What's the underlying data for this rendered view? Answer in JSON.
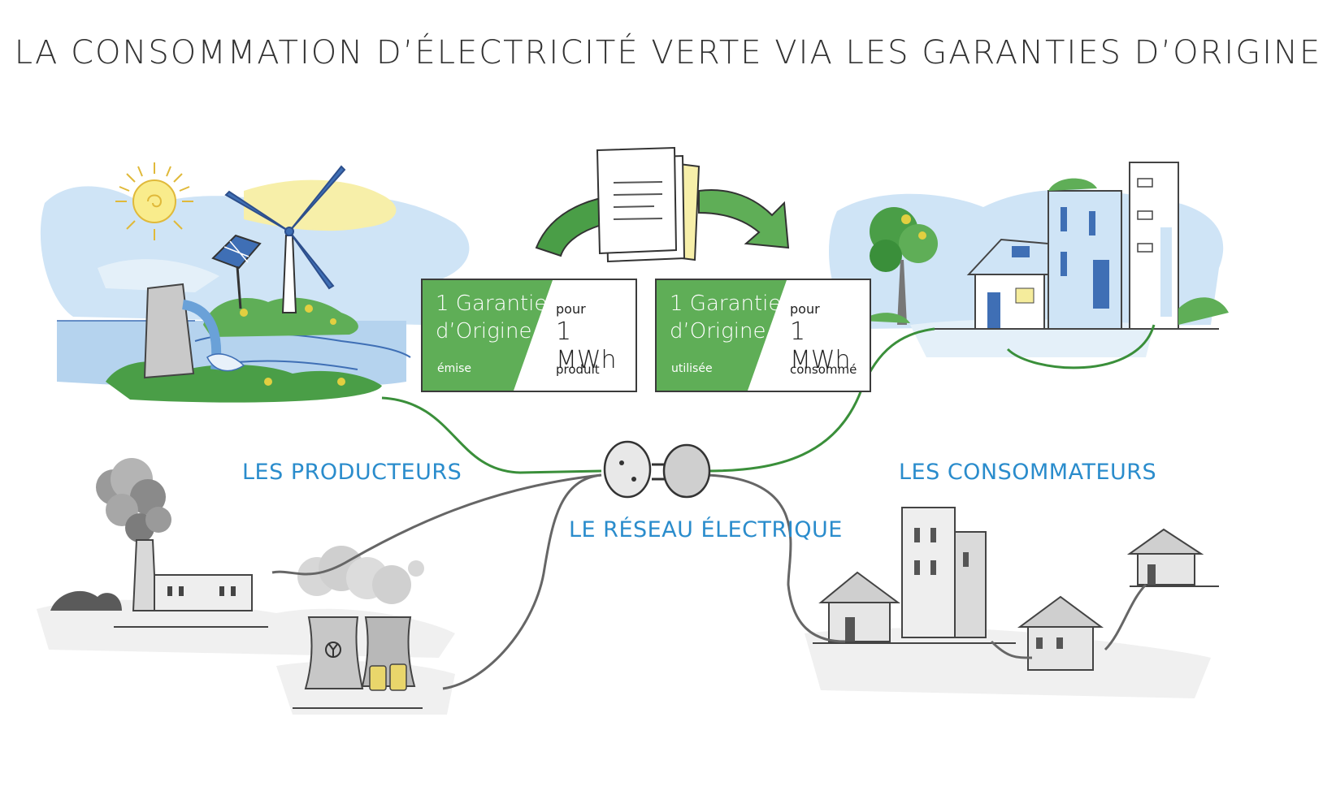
{
  "title": "LA CONSOMMATION D’ÉLECTRICITÉ VERTE VIA LES GARANTIES D’ORIGINE",
  "labels": {
    "producers": "LES PRODUCTEURS",
    "grid": "LE RÉSEAU ÉLECTRIQUE",
    "consumers": "LES CONSOMMATEURS"
  },
  "cards": [
    {
      "line1": "1 Garantie",
      "line2": "d’Origine",
      "status": "émise",
      "pour": "pour",
      "amount": "1 MWh",
      "action": "produit"
    },
    {
      "line1": "1 Garantie",
      "line2": "d’Origine",
      "status": "utilisée",
      "pour": "pour",
      "amount": "1 MWh",
      "action": "consommé"
    }
  ],
  "colors": {
    "green": "#5fae57",
    "green_dark": "#3a8f3a",
    "blue_text": "#2a8ccc",
    "sky": "#cfe4f6",
    "yellow": "#f5ec9c",
    "grey": "#a7a7a7"
  },
  "icons": [
    "sun-icon",
    "wind-turbine-icon",
    "solar-panel-icon",
    "dam-icon",
    "document-icon",
    "arrow-icon",
    "plug-icon",
    "socket-icon",
    "house-icon",
    "building-icon",
    "tree-icon",
    "factory-icon",
    "nuclear-plant-icon",
    "barrel-icon"
  ]
}
